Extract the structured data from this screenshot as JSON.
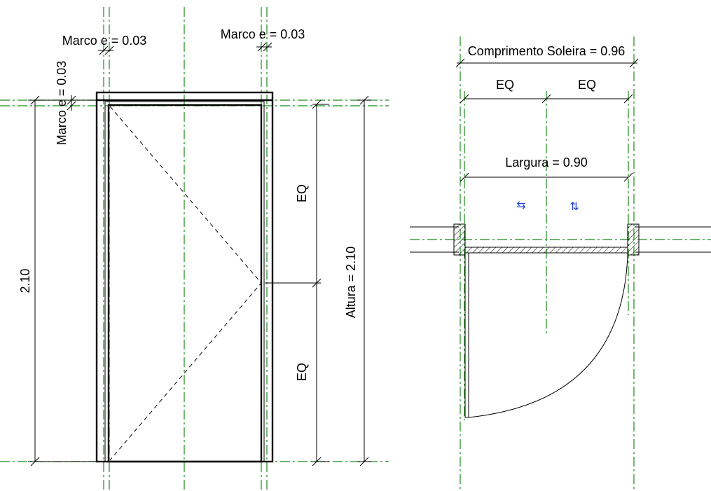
{
  "labels": {
    "marco_left": "Marco e = 0.03",
    "marco_right": "Marco e = 0.03",
    "marco_vertical": "Marco e = 0.03",
    "height_overall": "2.10",
    "eq_upper": "EQ",
    "eq_lower": "EQ",
    "altura": "Altura = 2.10",
    "comprimento_soleira": "Comprimento Soleira = 0.96",
    "eq_plan_left": "EQ",
    "eq_plan_right": "EQ",
    "largura": "Largura = 0.90"
  },
  "controls": {
    "flip_horizontal_icon": "⇆",
    "flip_vertical_icon": "⇅"
  },
  "colors": {
    "reference_plane": "#1a8a1a",
    "flip_control": "#1f3fd6",
    "line": "#000000"
  }
}
